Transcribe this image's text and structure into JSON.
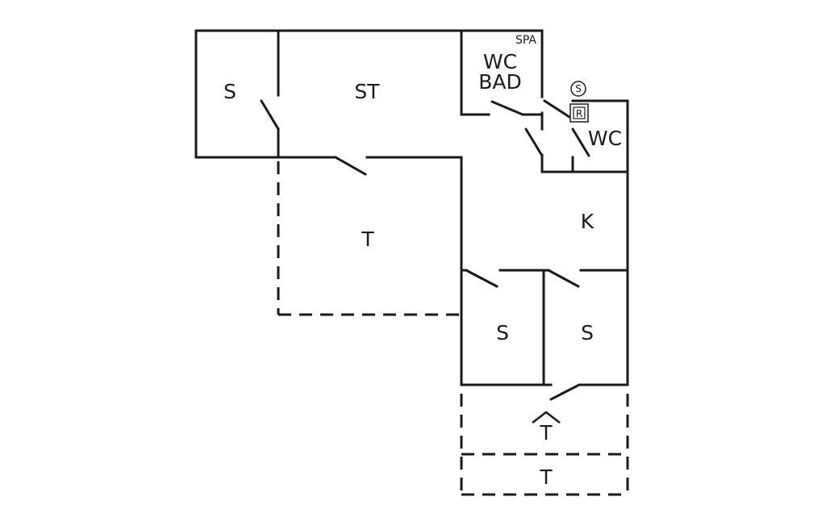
{
  "rooms": {
    "s_left": "S",
    "st": "ST",
    "spa": "SPA",
    "wc_bad_1": "WC",
    "wc_bad_2": "BAD",
    "wc": "WC",
    "k": "K",
    "t_main": "T",
    "s_mid": "S",
    "s_right": "S",
    "t_entry": "T",
    "t_bottom": "T"
  },
  "symbols": {
    "s_circle": "S",
    "r_box": "R",
    "entrance_icon": "arrow-up-icon"
  },
  "colors": {
    "line": "#1a1a1a",
    "background": "#ffffff"
  }
}
